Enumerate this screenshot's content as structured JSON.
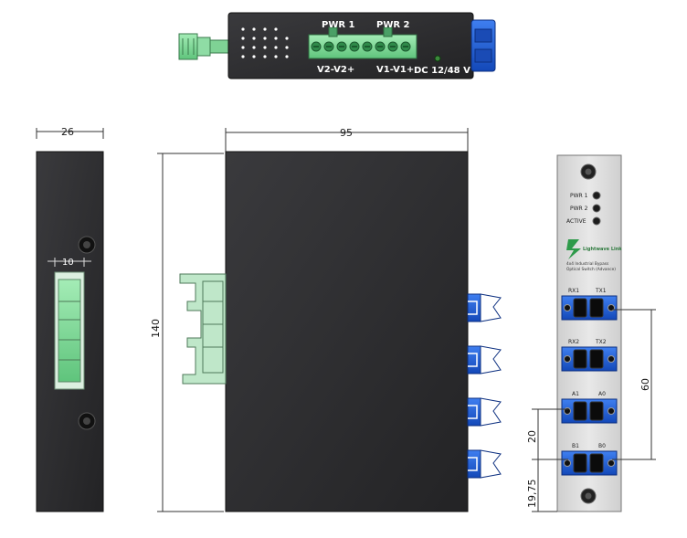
{
  "top_view": {
    "pwr1_label": "PWR 1",
    "pwr2_label": "PWR 2",
    "terminal_left_label": "V2-V2+",
    "terminal_right_label": "V1-V1+",
    "voltage_label": "DC 12/48 V"
  },
  "dimensions": {
    "depth": "26",
    "width": "95",
    "height": "140",
    "din_rail_width": "10",
    "port_span": "60",
    "port_pitch": "20",
    "bottom_offset": "19,75"
  },
  "front_panel": {
    "led_labels": [
      "PWR 1",
      "PWR 2",
      "ACTIVE"
    ],
    "brand_text": "Lightwave Link",
    "product_line1": "4x4 Industrial Bypass",
    "product_line2": "Optical Switch (Advance)",
    "ports": [
      {
        "left": "RX1",
        "right": "TX1"
      },
      {
        "left": "RX2",
        "right": "TX2"
      },
      {
        "left": "A1",
        "right": "A0"
      },
      {
        "left": "B1",
        "right": "B0"
      }
    ]
  },
  "colors": {
    "body": "#2b2b2d",
    "connector_blue": "#1f5fd6",
    "terminal_green": "#7ed89a",
    "panel": "#dcdcdc"
  }
}
